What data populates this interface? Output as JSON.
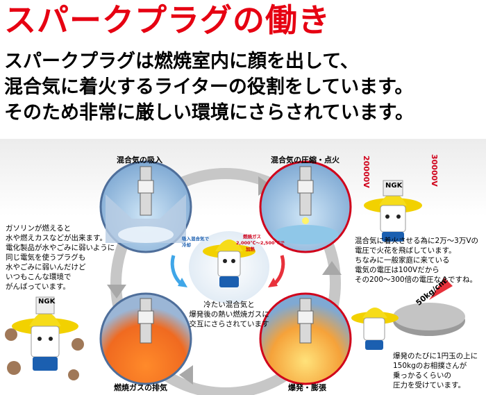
{
  "header": {
    "title": "スパークプラグの働き",
    "intro_lines": [
      "スパークプラグは燃焼室内に顔を出して、",
      "混合気に着火するライターの役割をしています。",
      "そのため非常に厳しい環境にさらされています。"
    ]
  },
  "diagram": {
    "stages": {
      "intake": "混合気の吸入",
      "compression": "混合気の圧縮・点火",
      "explosion": "爆発・膨張",
      "exhaust": "燃焼ガスの排気"
    },
    "center": {
      "left_tag": [
        "吸入混合気で",
        "冷却"
      ],
      "right_tag": [
        "燃焼ガス",
        "2,000℃～2,500℃で",
        "加熱"
      ],
      "caption": [
        "冷たい混合気と",
        "爆発後の熱い燃焼ガスに",
        "交互にさらされています"
      ]
    },
    "left_note": [
      "ガソリンが燃えると",
      "水や燃えカスなどが出来ます。",
      "電化製品が水やごみに弱いように",
      "同じ電気を使うプラグも",
      "水やごみに弱いんだけど",
      "いつもこんな環境で",
      "がんばっています。"
    ],
    "right_note": [
      "混合気に着火させる為に2万～3万Vの",
      "電圧で火花を飛ばしています。",
      "ちなみに一般家庭に来ている",
      "電気の電圧は100Vだから",
      "その200～300倍の電圧なんですね。"
    ],
    "bottom_note": [
      "爆発のたびに1円玉の上に",
      "150kgのお相撲さんが",
      "乗っかるくらいの",
      "圧力を受けています。"
    ],
    "voltage_left": "20000V",
    "voltage_right": "30000V",
    "pressure_badge": "50kg/cm²",
    "brand": "NGK",
    "colors": {
      "title": "#e60012",
      "arrow": "#9a9a9a",
      "ring": "#d0021b"
    }
  }
}
